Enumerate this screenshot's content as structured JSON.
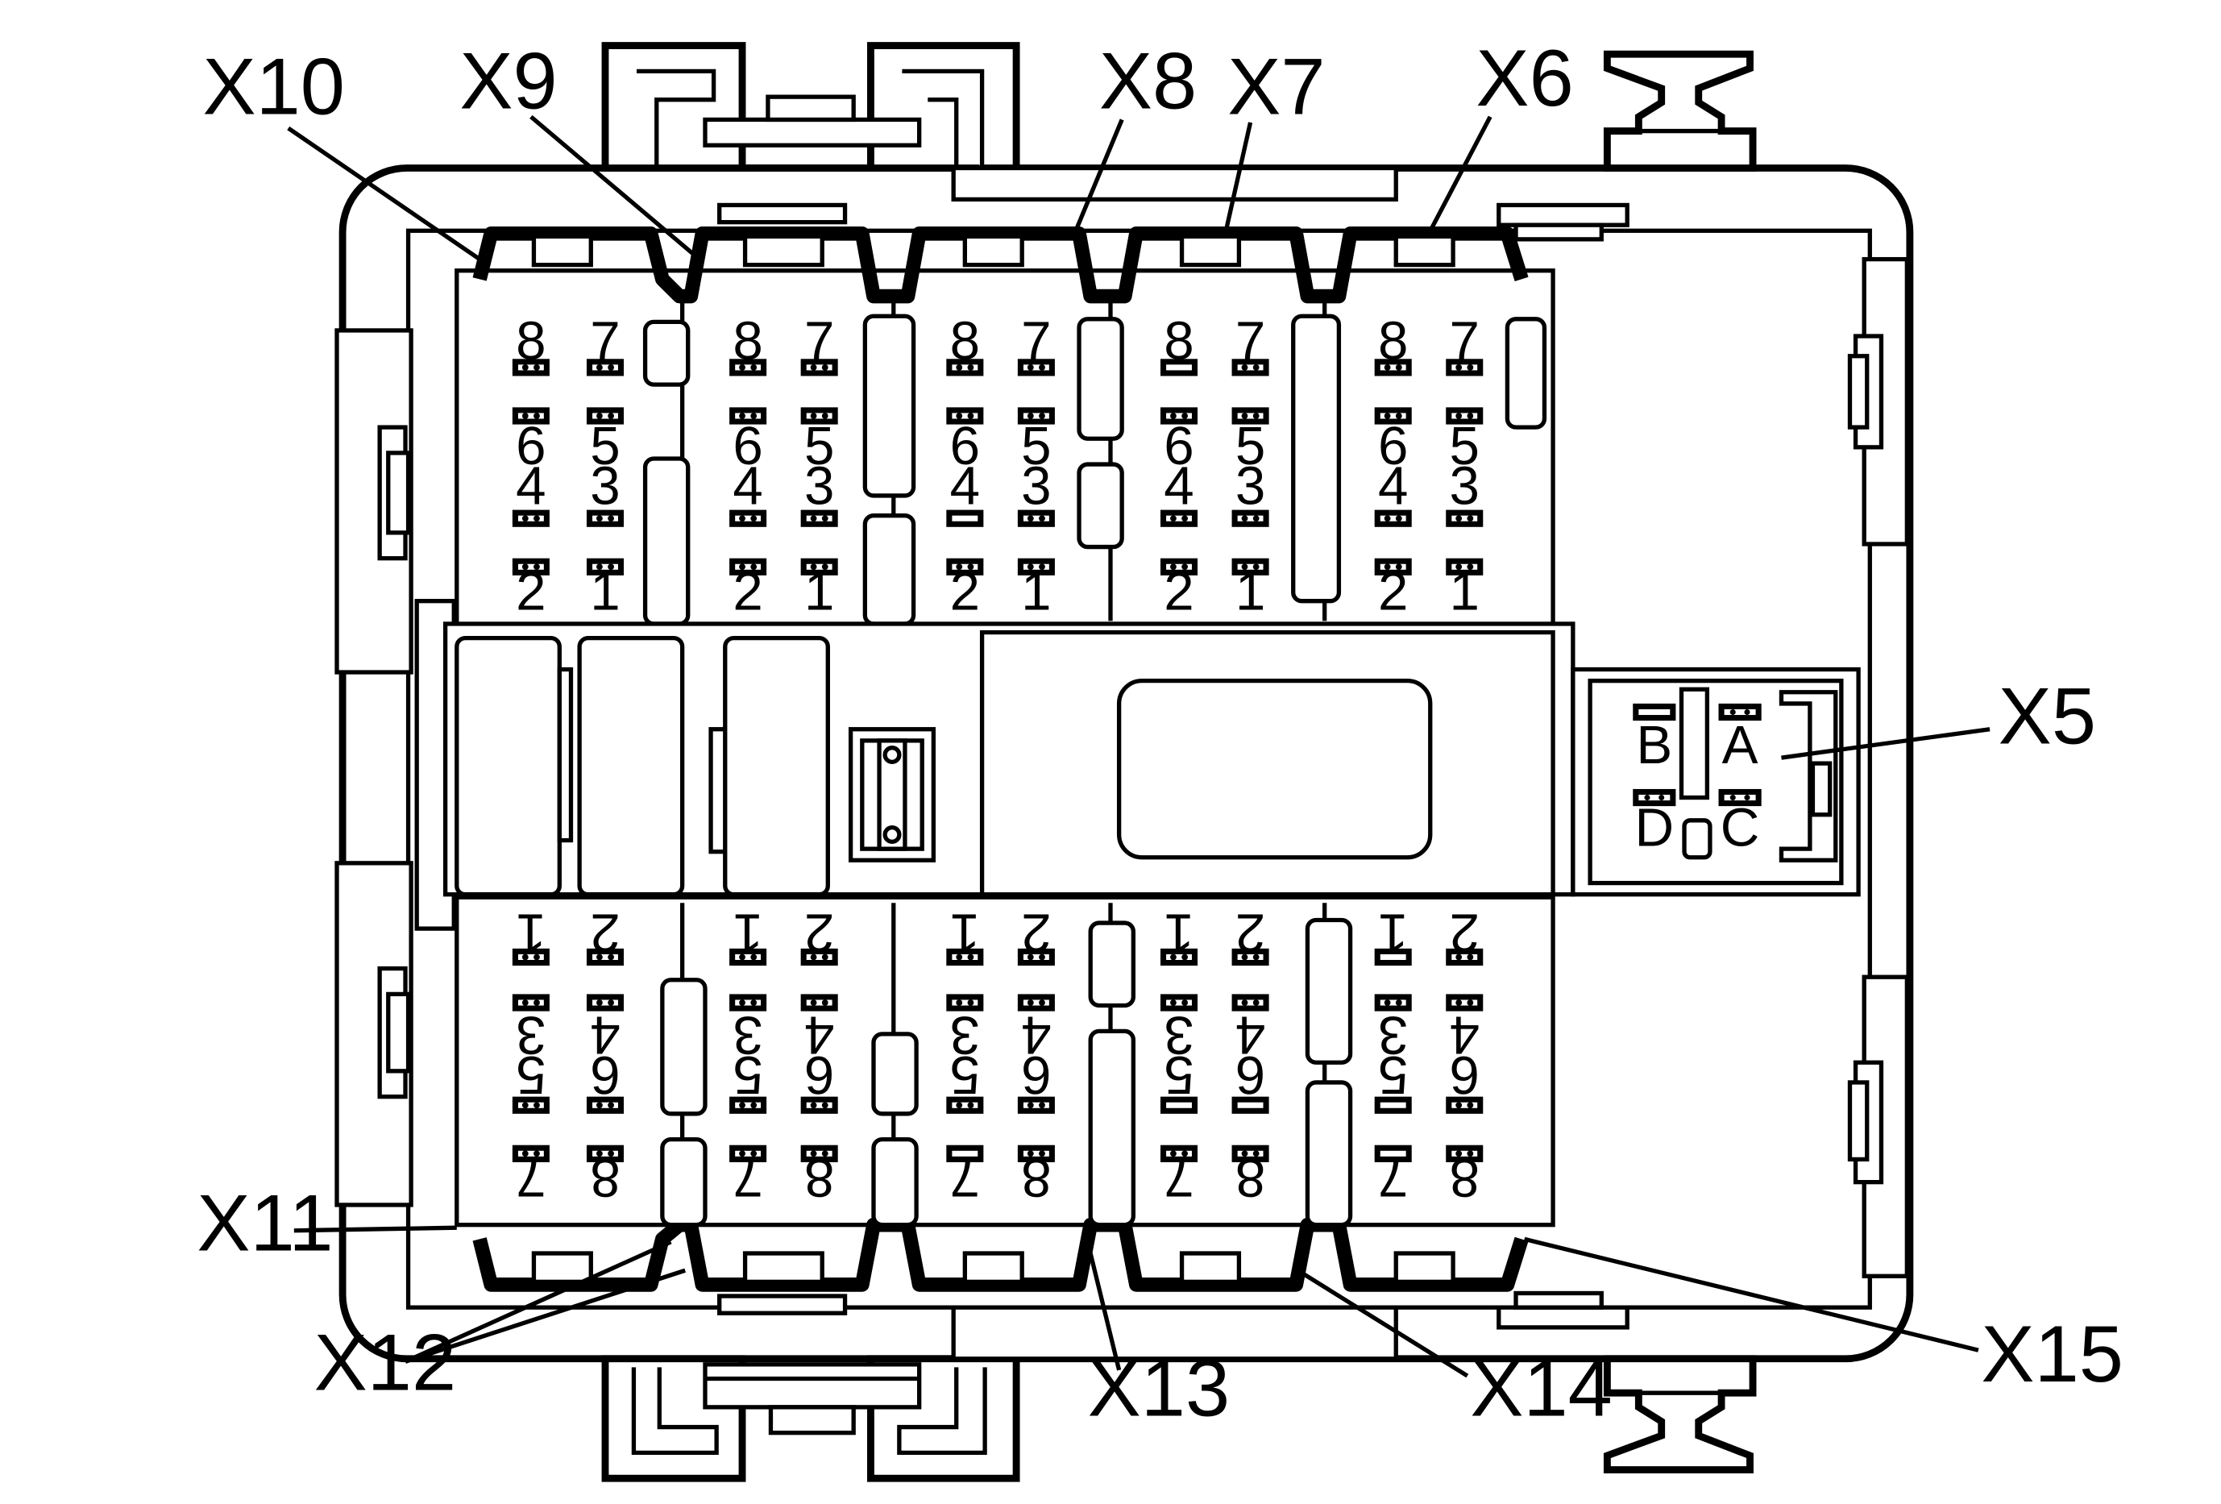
{
  "callouts": {
    "x5": "X5",
    "x6": "X6",
    "x7": "X7",
    "x8": "X8",
    "x9": "X9",
    "x10": "X10",
    "x11": "X11",
    "x12": "X12",
    "x13": "X13",
    "x14": "X14",
    "x15": "X15"
  },
  "upper_connectors": [
    {
      "id": "X10",
      "pins": [
        "8",
        "7",
        "6",
        "5",
        "4",
        "3",
        "2",
        "1"
      ]
    },
    {
      "id": "X9",
      "pins": [
        "8",
        "7",
        "6",
        "5",
        "4",
        "3",
        "2",
        "1"
      ]
    },
    {
      "id": "X8",
      "pins": [
        "8",
        "7",
        "6",
        "5",
        "4",
        "3",
        "2",
        "1"
      ]
    },
    {
      "id": "X7",
      "pins": [
        "8",
        "7",
        "6",
        "5",
        "4",
        "3",
        "2",
        "1"
      ]
    },
    {
      "id": "X6",
      "pins": [
        "8",
        "7",
        "6",
        "5",
        "4",
        "3",
        "2",
        "1"
      ]
    }
  ],
  "lower_connectors": [
    {
      "id": "X11",
      "pins": [
        "1",
        "2",
        "3",
        "4",
        "5",
        "6",
        "7",
        "8"
      ]
    },
    {
      "id": "X12",
      "pins": [
        "1",
        "2",
        "3",
        "4",
        "5",
        "6",
        "7",
        "8"
      ]
    },
    {
      "id": "X13",
      "pins": [
        "1",
        "2",
        "3",
        "4",
        "5",
        "6",
        "7",
        "8"
      ]
    },
    {
      "id": "X14",
      "pins": [
        "1",
        "2",
        "3",
        "4",
        "5",
        "6",
        "7",
        "8"
      ]
    },
    {
      "id": "X15",
      "pins": [
        "1",
        "2",
        "3",
        "4",
        "5",
        "6",
        "7",
        "8"
      ]
    }
  ],
  "x5_connector": {
    "pins": [
      "B",
      "A",
      "D",
      "C"
    ]
  }
}
